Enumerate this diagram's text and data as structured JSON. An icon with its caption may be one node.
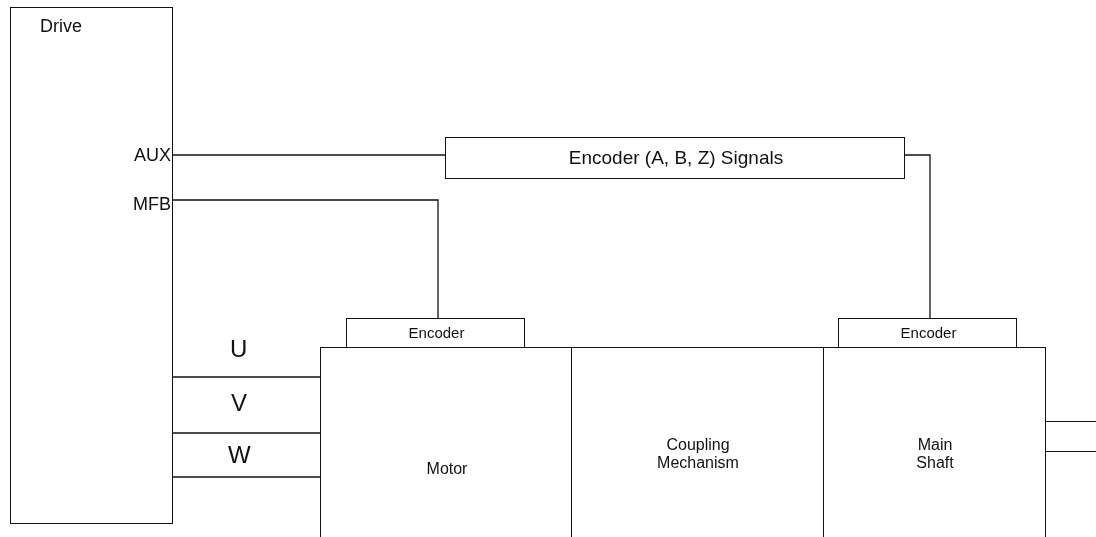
{
  "diagram": {
    "nodes": [
      {
        "text": [
          "Drive",
          "AUX",
          "MFB"
        ]
      },
      {
        "text": [
          "Encoder (A, B, Z) Signals"
        ]
      },
      {
        "text": [
          "Encoder"
        ]
      },
      {
        "text": [
          "Motor"
        ]
      },
      {
        "text": [
          "Coupling Mechanism"
        ]
      },
      {
        "text": [
          "Encoder"
        ]
      },
      {
        "text": [
          "Main Shaft"
        ]
      },
      {
        "text": [],
        "shape": "bar"
      }
    ],
    "edges": [
      {
        "from": 0,
        "to": 1,
        "arrow": "none"
      },
      {
        "from": 1,
        "to": 5,
        "arrow": "none"
      },
      {
        "from": 0,
        "to": 2,
        "arrow": "none"
      },
      {
        "from": 0,
        "to": 3,
        "arrow": "none",
        "label": "U"
      },
      {
        "from": 0,
        "to": 3,
        "arrow": "none",
        "label": "V"
      },
      {
        "from": 0,
        "to": 3,
        "arrow": "none",
        "label": "W"
      }
    ]
  }
}
